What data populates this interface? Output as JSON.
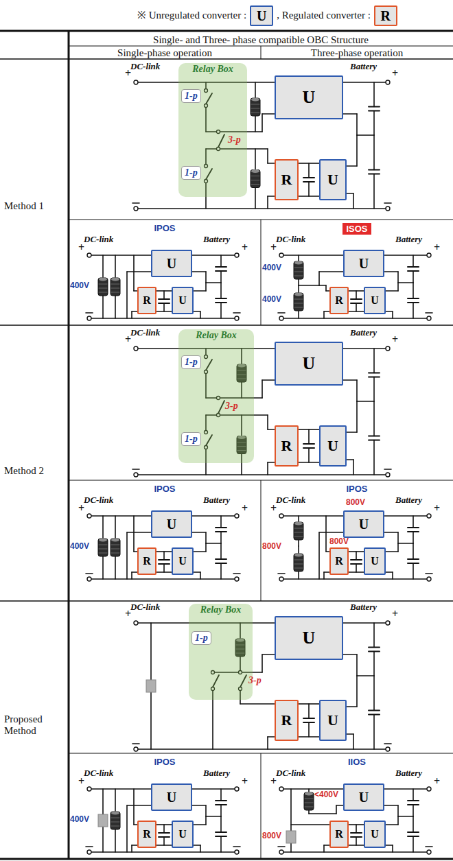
{
  "diagram": {
    "nodes": [
      {
        "text": [
          "U"
        ]
      },
      {
        "text": [
          "R"
        ]
      },
      {
        "text": [
          "Relay Box"
        ]
      },
      {
        "text": [
          "1-p"
        ],
        "in": 2
      },
      {
        "text": [
          "1-p"
        ],
        "in": 2
      },
      {
        "text": [
          "U"
        ]
      },
      {
        "text": [
          "R"
        ]
      },
      {
        "text": [
          "U"
        ]
      },
      {
        "text": [
          "U"
        ]
      },
      {
        "text": [
          "R"
        ]
      },
      {
        "text": [
          "U"
        ]
      },
      {
        "text": [
          "ISOS"
        ]
      },
      {
        "text": [
          "U"
        ]
      },
      {
        "text": [
          "R"
        ]
      },
      {
        "text": [
          "U"
        ]
      },
      {
        "text": [
          "Relay Box"
        ]
      },
      {
        "text": [
          "1-p"
        ],
        "in": 15
      },
      {
        "text": [
          "1-p"
        ],
        "in": 15
      },
      {
        "text": [
          "U"
        ]
      },
      {
        "text": [
          "R"
        ]
      },
      {
        "text": [
          "U"
        ]
      },
      {
        "text": [
          "U"
        ]
      },
      {
        "text": [
          "R"
        ]
      },
      {
        "text": [
          "U"
        ]
      },
      {
        "text": [
          "U"
        ]
      },
      {
        "text": [
          "R"
        ]
      },
      {
        "text": [
          "U"
        ]
      },
      {
        "text": [
          "Relay Box"
        ]
      },
      {
        "text": [
          "1-p"
        ],
        "in": 27
      },
      {
        "text": [
          "U"
        ]
      },
      {
        "text": [
          "R"
        ]
      },
      {
        "text": [
          "U"
        ]
      },
      {
        "text": [
          "U"
        ]
      },
      {
        "text": [
          "R"
        ]
      },
      {
        "text": [
          "U"
        ]
      },
      {
        "text": [
          "U"
        ]
      },
      {
        "text": [
          "R"
        ]
      },
      {
        "text": [
          "U"
        ]
      }
    ],
    "edges": [
      {
        "from": 6,
        "to": 7,
        "arrow": "none"
      },
      {
        "from": 9,
        "to": 10,
        "arrow": "none"
      },
      {
        "from": 13,
        "to": 14,
        "arrow": "none"
      },
      {
        "from": 19,
        "to": 20,
        "arrow": "none"
      },
      {
        "from": 22,
        "to": 23,
        "arrow": "none"
      },
      {
        "from": 25,
        "to": 26,
        "arrow": "none"
      },
      {
        "from": 30,
        "to": 31,
        "arrow": "none"
      },
      {
        "from": 33,
        "to": 34,
        "arrow": "none"
      },
      {
        "from": 36,
        "to": 37,
        "arrow": "none"
      }
    ],
    "labels": [
      "Single- and Three- phase compatible OBC Structure",
      "Single-phase operation",
      "Three-phase operation",
      "Method 1",
      "Method 2",
      "Proposed Method",
      "DC-link",
      "Battery",
      "+",
      "+",
      "3-p",
      "IPOS",
      "DC-link",
      "Battery",
      "+",
      "+",
      "400V",
      "DC-link",
      "Battery",
      "+",
      "+",
      "400V",
      "400V",
      "DC-link",
      "Battery",
      "+",
      "+",
      "3-p",
      "IPOS",
      "DC-link",
      "Battery",
      "+",
      "+",
      "400V",
      "IPOS",
      "DC-link",
      "Battery",
      "+",
      "+",
      "800V",
      "800V",
      "800V",
      "DC-link",
      "Battery",
      "+",
      "+",
      "3-p",
      "IPOS",
      "DC-link",
      "Battery",
      "+",
      "+",
      "400V",
      "IIOS",
      "DC-link",
      "Battery",
      "+",
      "+",
      "<400V",
      "800V"
    ],
    "legend": [
      {
        "text": "※ Unregulated converter :"
      },
      {
        "text": ", Regulated converter :"
      }
    ]
  }
}
